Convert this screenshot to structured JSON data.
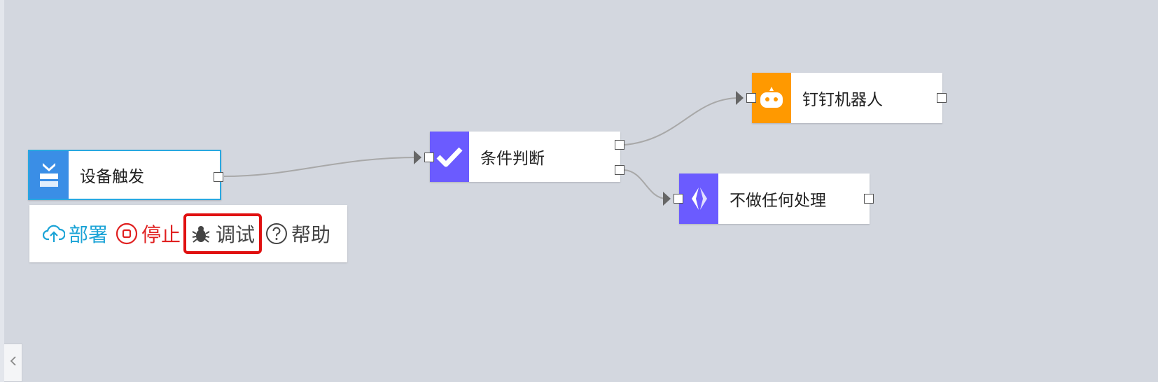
{
  "nodes": {
    "device_trigger": {
      "label": "设备触发",
      "icon": "trigger-icon",
      "color": "#3a8ee6"
    },
    "condition": {
      "label": "条件判断",
      "icon": "check-icon",
      "color": "#6b5bff"
    },
    "dingtalk": {
      "label": "钉钉机器人",
      "icon": "robot-icon",
      "color": "#ff9900"
    },
    "noop": {
      "label": "不做任何处理",
      "icon": "code-diamond-icon",
      "color": "#6b5bff"
    }
  },
  "toolbar": {
    "deploy_label": "部署",
    "stop_label": "停止",
    "debug_label": "调试",
    "help_label": "帮助"
  },
  "colors": {
    "canvas_bg": "#d3d7df",
    "selected_border": "#29a8e0",
    "deploy": "#1aa3d6",
    "stop": "#e02020",
    "highlight": "#e01010"
  },
  "sidebar": {
    "collapse_icon": "chevron-left-icon"
  }
}
